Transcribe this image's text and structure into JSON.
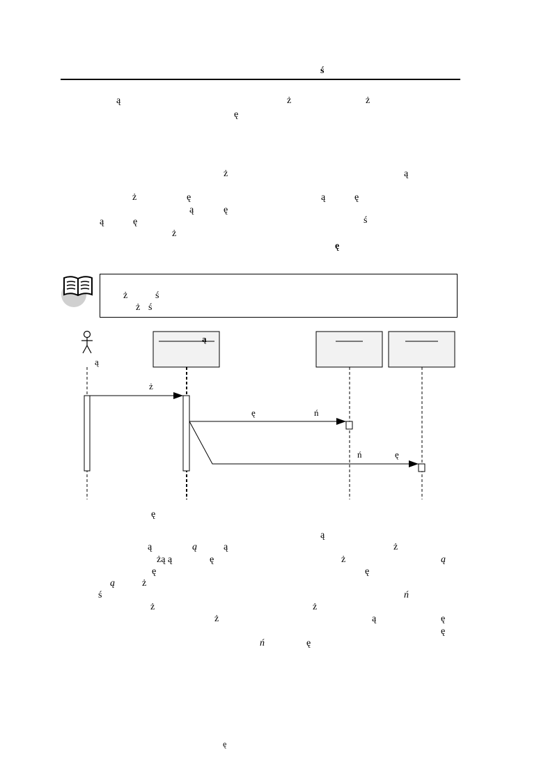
{
  "header": {
    "mark": "ś"
  },
  "paragraph1": {
    "marks": [
      "ą",
      "ż",
      "ż",
      "ę"
    ]
  },
  "paragraph2": {
    "marks": [
      "ż",
      "ą",
      "ż",
      "ę",
      "ą",
      "ę",
      "ą",
      "ę",
      "ą",
      "ę",
      "ś",
      "ż",
      "ę"
    ]
  },
  "note": {
    "marks": [
      "ż",
      "ś",
      "ż",
      "ś"
    ]
  },
  "diagram": {
    "actor_label": "ą",
    "lifelines": [
      {
        "label": "ą"
      },
      {
        "label": ""
      },
      {
        "label": ""
      }
    ],
    "messages": [
      {
        "label": "ż"
      },
      {
        "label_a": "ę",
        "label_b": "ń"
      },
      {
        "label_a": "ń",
        "label_b": "ę"
      }
    ],
    "caption": "ę"
  },
  "paragraph3": {
    "marks": [
      "ą",
      "ą",
      "ą",
      "ż",
      "ą",
      "żą ą",
      "ę",
      "ż",
      "ą",
      "ę",
      "ę",
      "ą",
      "ż",
      "ś",
      "ń",
      "ż",
      "ż",
      "ż",
      "ą",
      "ę",
      "ę",
      "ń",
      "ę"
    ]
  },
  "footer": {
    "mark": "ę"
  },
  "colors": {
    "box_fill": "#f2f2f2",
    "note_icon_bg": "#d0d0d0",
    "line": "#000000"
  }
}
